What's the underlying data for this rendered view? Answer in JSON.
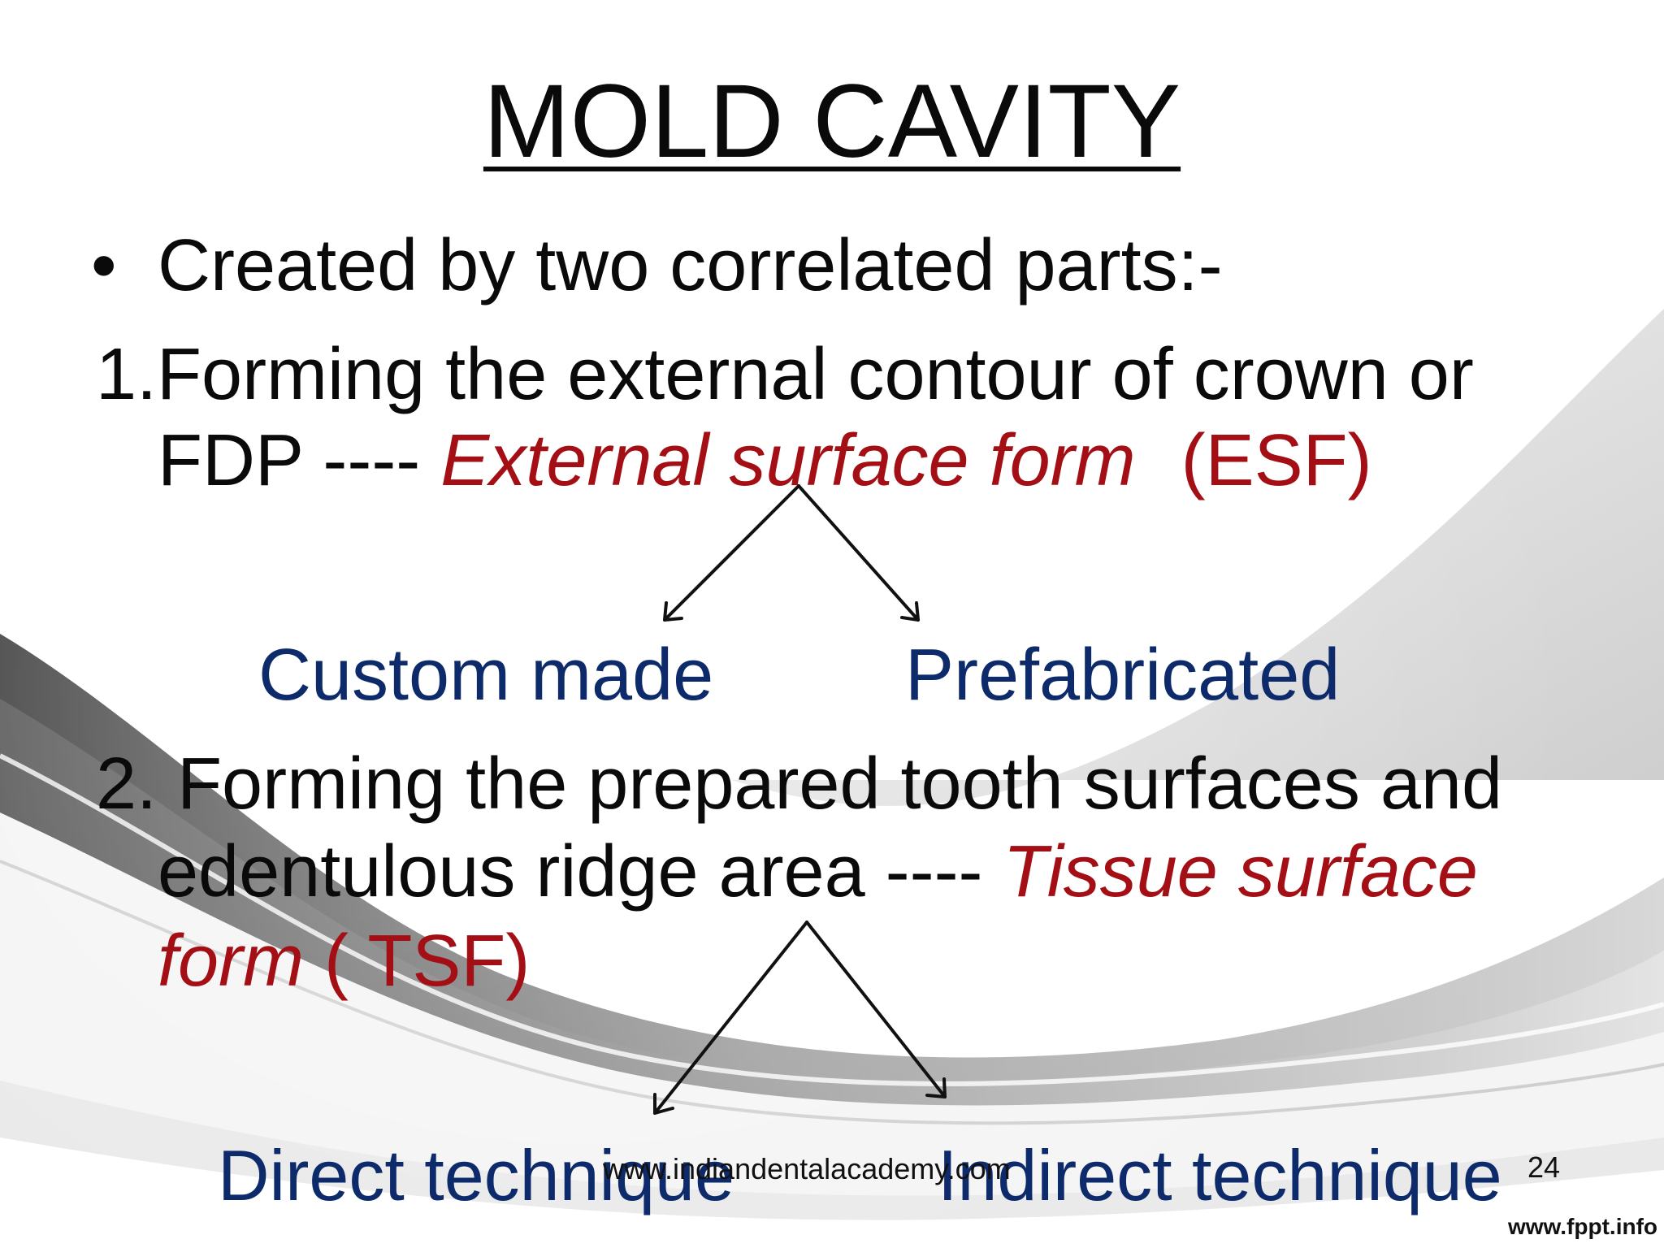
{
  "slide": {
    "title": "MOLD CAVITY",
    "bullet_symbol": "•",
    "bullet_text": "Created by two correlated parts:-",
    "item1": {
      "line1": "1.Forming the external contour of crown or",
      "line2_prefix": "FDP ---- ",
      "term": "External surface form",
      "abbr": "(ESF)"
    },
    "branch1": {
      "left": "Custom made",
      "right": "Prefabricated"
    },
    "item2": {
      "line1": "2. Forming the prepared tooth surfaces and",
      "line2_prefix": "edentulous ridge area ---- ",
      "term_part1": "Tissue surface",
      "term_part2": "form",
      "abbr": " ( TSF)"
    },
    "branch2": {
      "left": "Direct technique",
      "right": "Indirect technique"
    },
    "footer": {
      "watermark": "www.indiandentalacademy.com",
      "page_number": "24",
      "template_credit": "www.fppt.info"
    }
  },
  "colors": {
    "title": "#0a0a0a",
    "body": "#0a0a0a",
    "term_red": "#a30f14",
    "branch_blue": "#0d2a6b"
  }
}
